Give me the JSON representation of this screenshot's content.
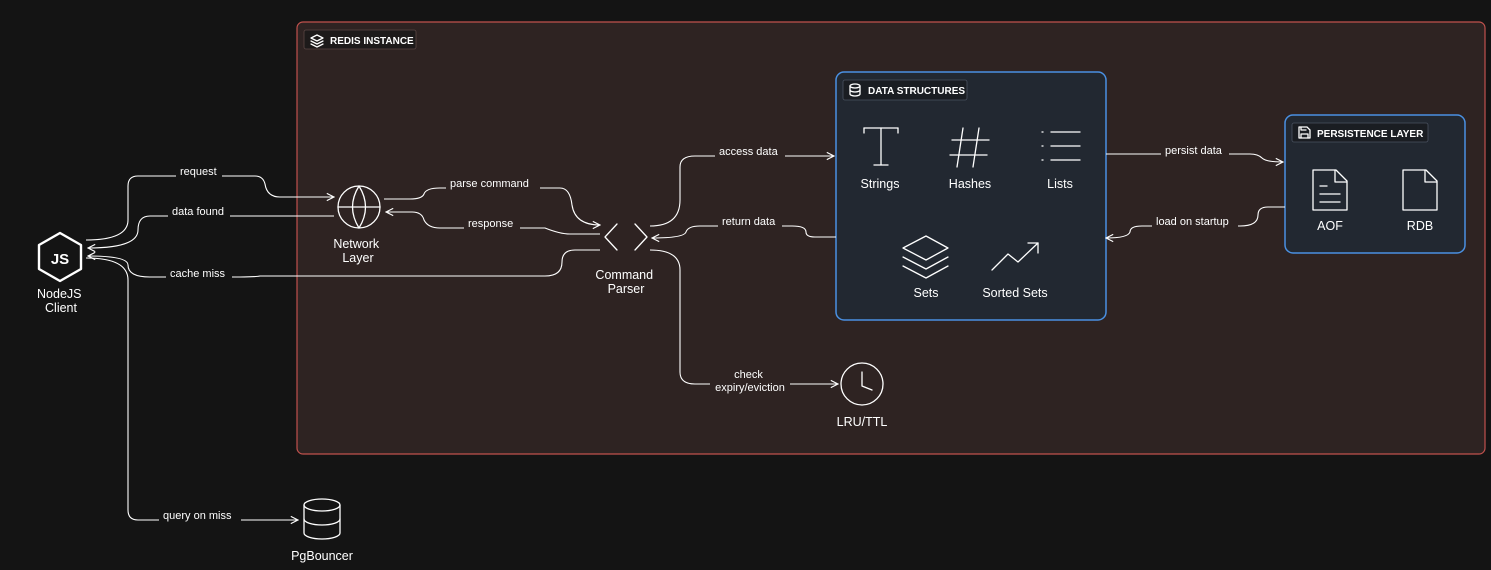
{
  "groups": {
    "redis": {
      "label": "REDIS INSTANCE",
      "color": "#c0514d"
    },
    "data_structures": {
      "label": "DATA STRUCTURES",
      "color": "#4a90e2"
    },
    "persistence": {
      "label": "PERSISTENCE LAYER",
      "color": "#4a90e2"
    }
  },
  "nodes": {
    "nodejs": "NodeJS\nClient",
    "network": "Network\nLayer",
    "parser": "Command\nParser",
    "lru": "LRU/TTL",
    "pgbouncer": "PgBouncer",
    "strings": "Strings",
    "hashes": "Hashes",
    "lists": "Lists",
    "sets": "Sets",
    "sorted_sets": "Sorted Sets",
    "aof": "AOF",
    "rdb": "RDB"
  },
  "edges": {
    "request": "request",
    "data_found": "data found",
    "cache_miss": "cache miss",
    "query_on_miss": "query on miss",
    "parse_command": "parse command",
    "response": "response",
    "access_data": "access data",
    "return_data": "return data",
    "check_expiry": "check\nexpiry/eviction",
    "persist_data": "persist data",
    "load_on_startup": "load on startup"
  },
  "icons": {
    "nodejs": "nodejs-hexagon-icon",
    "network": "globe-icon",
    "parser": "chevrons-code-icon",
    "lru": "clock-icon",
    "pgbouncer": "database-icon",
    "strings": "type-t-icon",
    "hashes": "hash-icon",
    "lists": "list-icon",
    "sets": "layers-icon",
    "sorted_sets": "trending-up-icon",
    "aof": "file-text-icon",
    "rdb": "file-icon",
    "redis": "layers-icon",
    "data_structures": "database-icon",
    "persistence": "save-icon"
  }
}
